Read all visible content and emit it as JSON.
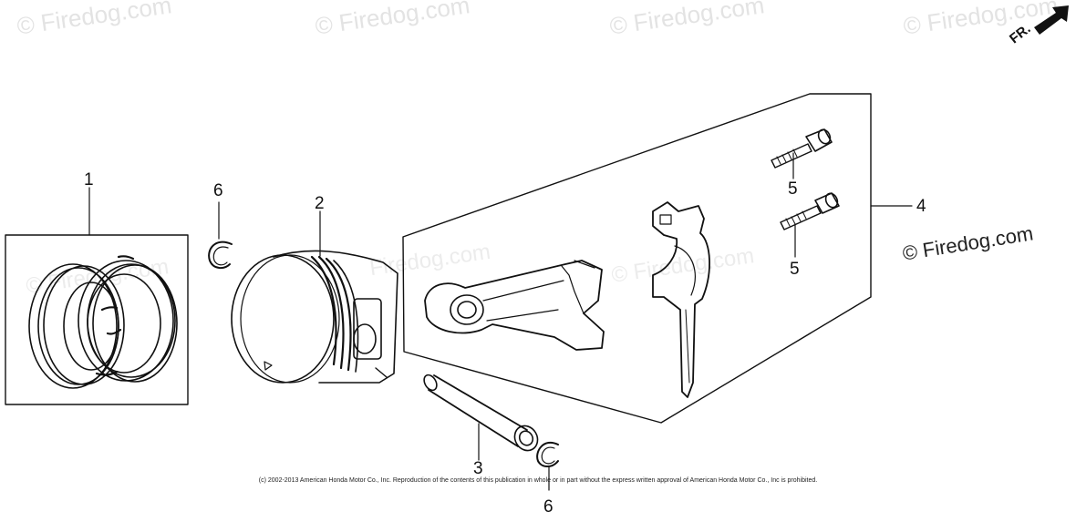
{
  "watermark": {
    "text": "© Firedog.com",
    "partial_text": "Firedog.com"
  },
  "brand": {
    "text": "© Firedog.com"
  },
  "orientation": {
    "label": "FR."
  },
  "callouts": [
    {
      "id": "piston-ring-set",
      "label": "1"
    },
    {
      "id": "piston",
      "label": "2"
    },
    {
      "id": "piston-pin",
      "label": "3"
    },
    {
      "id": "connecting-rod-assembly",
      "label": "4"
    },
    {
      "id": "rod-bolt-upper",
      "label": "5"
    },
    {
      "id": "rod-bolt-lower",
      "label": "5"
    },
    {
      "id": "piston-pin-clip-upper",
      "label": "6"
    },
    {
      "id": "piston-pin-clip-lower",
      "label": "6"
    }
  ],
  "copyright": "(c) 2002-2013 American Honda Motor Co., Inc. Reproduction of the contents of this publication in whole or in part without the express written approval of American Honda Motor Co., Inc is prohibited.",
  "colors": {
    "line": "#111111",
    "watermark": "#e3e3e3",
    "background": "#ffffff"
  }
}
